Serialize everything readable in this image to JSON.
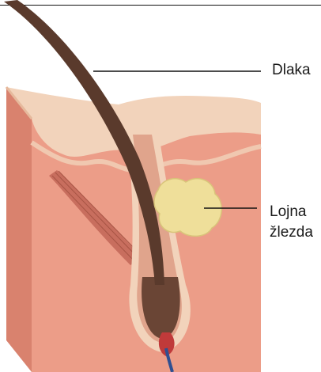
{
  "labels": {
    "hair": "Dlaka",
    "gland_line1": "Lojna",
    "gland_line2": "žlezda"
  },
  "colors": {
    "skin_surface": "#f2d3bb",
    "dermis": "#ec9d88",
    "dermis_dark": "#d9826e",
    "hair_shaft": "#5a3a2c",
    "sebaceous_gland": "#efdf9a",
    "vein": "#2f4f91",
    "leader_line": "#111111"
  },
  "icons": {
    "hair": "hair-shaft-icon",
    "gland": "sebaceous-gland-icon"
  }
}
